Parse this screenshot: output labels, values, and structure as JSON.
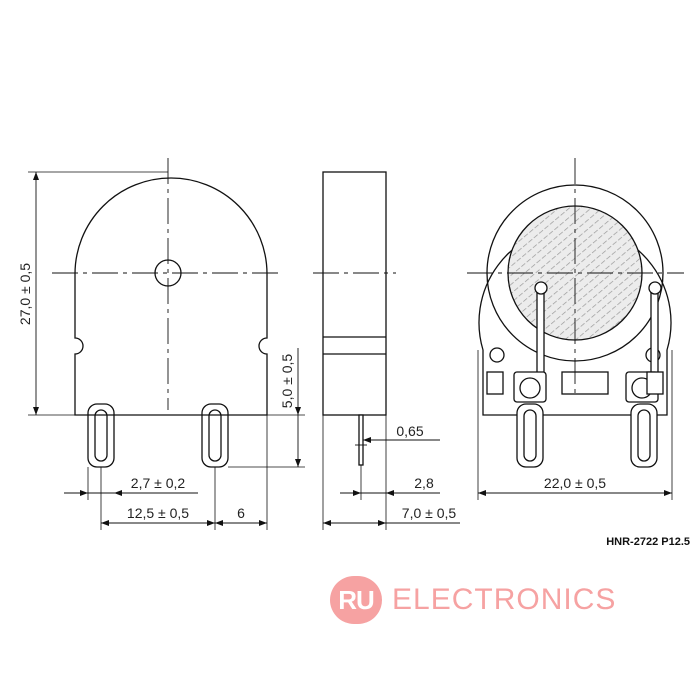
{
  "drawing": {
    "model_code": "HNR-2722 P12.5",
    "dimensions": {
      "height_total": "27,0 ± 0,5",
      "pin_length": "5,0 ± 0,5",
      "pin_width": "2,7 ± 0,2",
      "pin_pitch": "12,5 ± 0,5",
      "pin_offset": "6",
      "pin_thickness": "0,65",
      "pin_position": "2,8",
      "body_depth": "7,0 ± 0,5",
      "body_width": "22,0 ± 0,5"
    }
  },
  "watermark": {
    "badge": "RU",
    "text": "ELECTRONICS"
  },
  "colors": {
    "line": "#111111",
    "watermark": "#f6a2a2"
  }
}
